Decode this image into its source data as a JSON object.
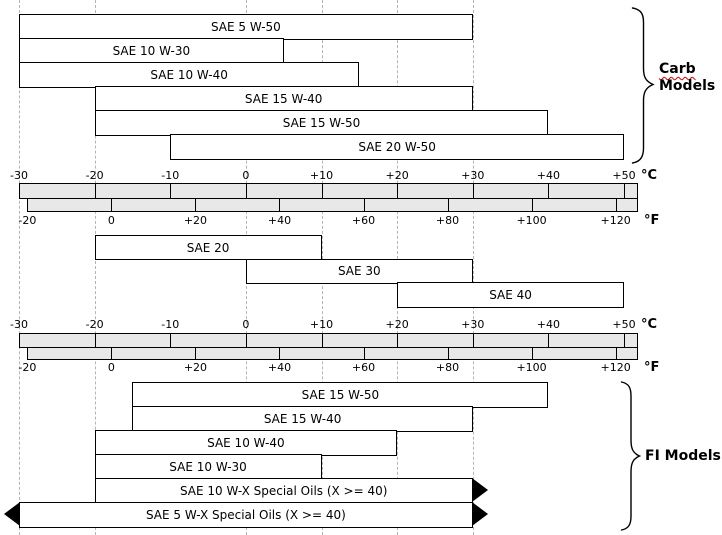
{
  "chart_data": {
    "type": "bar",
    "subtype": "horizontal-temperature-range",
    "x_axis": {
      "range_c": [
        -30,
        50
      ],
      "grid": "dashed-vertical"
    },
    "scales": {
      "celsius": {
        "unit": "°C",
        "tick_labels": [
          "-30",
          "-20",
          "-10",
          "0",
          "+10",
          "+20",
          "+30",
          "+40",
          "+50"
        ],
        "tick_values_c": [
          -30,
          -20,
          -10,
          0,
          10,
          20,
          30,
          40,
          50
        ]
      },
      "fahrenheit": {
        "unit": "°F",
        "tick_labels": [
          "-20",
          "0",
          "+20",
          "+40",
          "+60",
          "+80",
          "+100",
          "+120"
        ],
        "tick_values_f": [
          -20,
          0,
          20,
          40,
          60,
          80,
          100,
          120
        ]
      }
    },
    "sections": {
      "carb": {
        "label_line1": "Carb",
        "label_line2": "Models",
        "bars": [
          {
            "label": "SAE 5 W-50",
            "from_c": -30,
            "to_c": 30
          },
          {
            "label": "SAE 10 W-30",
            "from_c": -30,
            "to_c": 5
          },
          {
            "label": "SAE 10 W-40",
            "from_c": -30,
            "to_c": 15
          },
          {
            "label": "SAE 15 W-40",
            "from_c": -20,
            "to_c": 30
          },
          {
            "label": "SAE 15 W-50",
            "from_c": -20,
            "to_c": 40
          },
          {
            "label": "SAE 20 W-50",
            "from_c": -10,
            "to_c": 50
          }
        ]
      },
      "mono": {
        "bars": [
          {
            "label": "SAE 20",
            "from_c": -20,
            "to_c": 10
          },
          {
            "label": "SAE 30",
            "from_c": 0,
            "to_c": 30
          },
          {
            "label": "SAE 40",
            "from_c": 20,
            "to_c": 50
          }
        ]
      },
      "fi": {
        "label": "FI Models",
        "bars": [
          {
            "label": "SAE 15 W-50",
            "from_c": -15,
            "to_c": 40
          },
          {
            "label": "SAE 15 W-40",
            "from_c": -15,
            "to_c": 30
          },
          {
            "label": "SAE 10 W-40",
            "from_c": -20,
            "to_c": 20
          },
          {
            "label": "SAE 10 W-30",
            "from_c": -20,
            "to_c": 10
          },
          {
            "label": "SAE 10 W-X Special Oils (X >= 40)",
            "from_c": -20,
            "to_c": 30,
            "arrow_right": true
          },
          {
            "label": "SAE 5 W-X Special Oils (X >= 40)",
            "from_c": -30,
            "to_c": 30,
            "arrow_left": true,
            "arrow_right": true
          }
        ]
      }
    },
    "colors": {
      "bar_fill": "#ffffff",
      "scale_fill": "#e8e8e8",
      "stroke": "#000000",
      "grid": "#b4b4b4",
      "squiggle": "#dd0000"
    }
  }
}
